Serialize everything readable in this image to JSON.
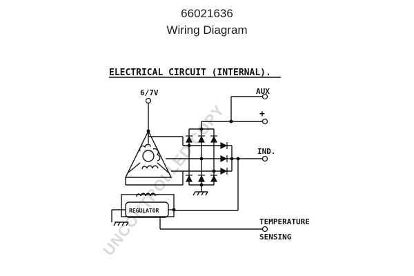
{
  "header": {
    "part_number": "66021636",
    "title": "Wiring Diagram"
  },
  "diagram": {
    "heading": "ELECTRICAL CIRCUIT (INTERNAL).",
    "terminals": {
      "six_seven_v": "6/7V",
      "aux": "AUX",
      "plus": "+",
      "ind": "IND.",
      "temperature": "TEMPERATURE",
      "sensing": "SENSING"
    },
    "regulator_label": "REGULATOR",
    "watermark": "UNCONTROLLED COPY"
  }
}
